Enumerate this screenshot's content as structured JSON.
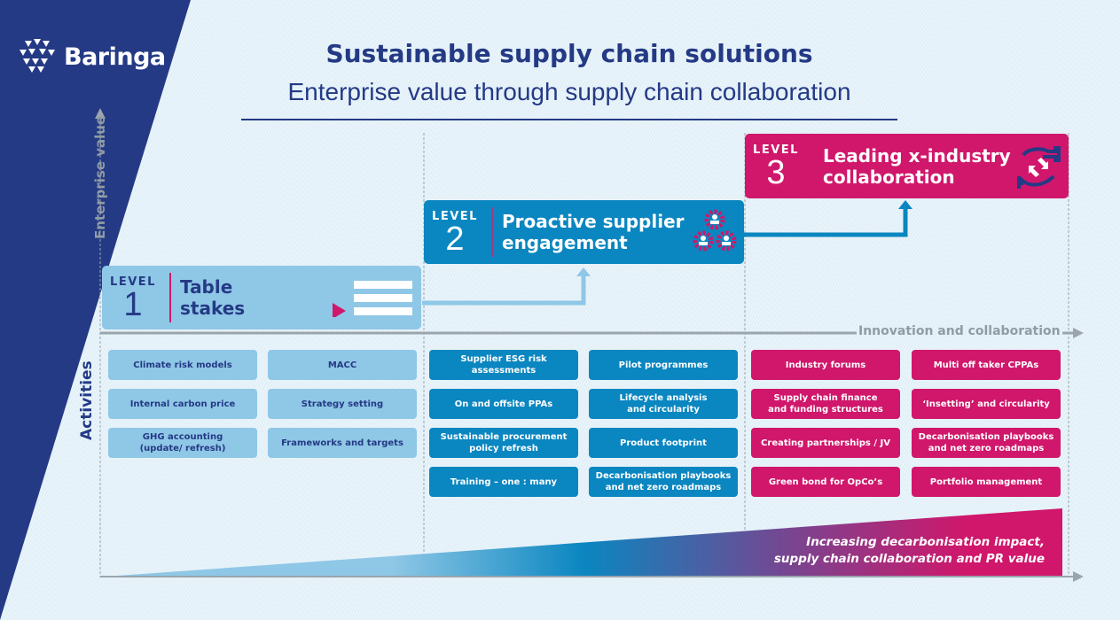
{
  "brand": {
    "name": "Baringa",
    "colors": {
      "navy": "#243a85",
      "light_blue": "#8fc7e6",
      "mid_blue": "#0a86c0",
      "magenta": "#d0176b",
      "grey": "#8f9ca5"
    }
  },
  "header": {
    "title": "Sustainable supply chain solutions",
    "subtitle": "Enterprise value through supply chain collaboration"
  },
  "axes": {
    "y_label": "Enterprise value",
    "x_label": "Innovation and collaboration",
    "activities_label": "Activities"
  },
  "levels": [
    {
      "word": "LEVEL",
      "number": "1",
      "title_line1": "Table",
      "title_line2": "stakes",
      "icon": "checklist-icon"
    },
    {
      "word": "LEVEL",
      "number": "2",
      "title_line1": "Proactive supplier",
      "title_line2": "engagement",
      "icon": "people-gears-icon"
    },
    {
      "word": "LEVEL",
      "number": "3",
      "title_line1": "Leading x-industry",
      "title_line2": "collaboration",
      "icon": "hands-exchange-icon"
    }
  ],
  "activities": {
    "level1": [
      [
        "Climate risk models",
        "MACC"
      ],
      [
        "Internal carbon price",
        "Strategy setting"
      ],
      [
        "GHG accounting\n(update/ refresh)",
        "Frameworks and targets"
      ]
    ],
    "level2": [
      [
        "Supplier ESG risk\nassessments",
        "Pilot programmes"
      ],
      [
        "On and offsite PPAs",
        "Lifecycle analysis\nand circularity"
      ],
      [
        "Sustainable procurement\npolicy refresh",
        "Product footprint"
      ],
      [
        "Training – one : many",
        "Decarbonisation playbooks\nand net zero roadmaps"
      ]
    ],
    "level3": [
      [
        "Industry forums",
        "Multi off taker CPPAs"
      ],
      [
        "Supply chain finance\nand funding structures",
        "‘Insetting’ and circularity"
      ],
      [
        "Creating partnerships / JV",
        "Decarbonisation playbooks\nand net zero roadmaps"
      ],
      [
        "Green bond for OpCo’s",
        "Portfolio management"
      ]
    ]
  },
  "impact": {
    "line1": "Increasing decarbonisation impact,",
    "line2": "supply chain collaboration and PR value"
  }
}
